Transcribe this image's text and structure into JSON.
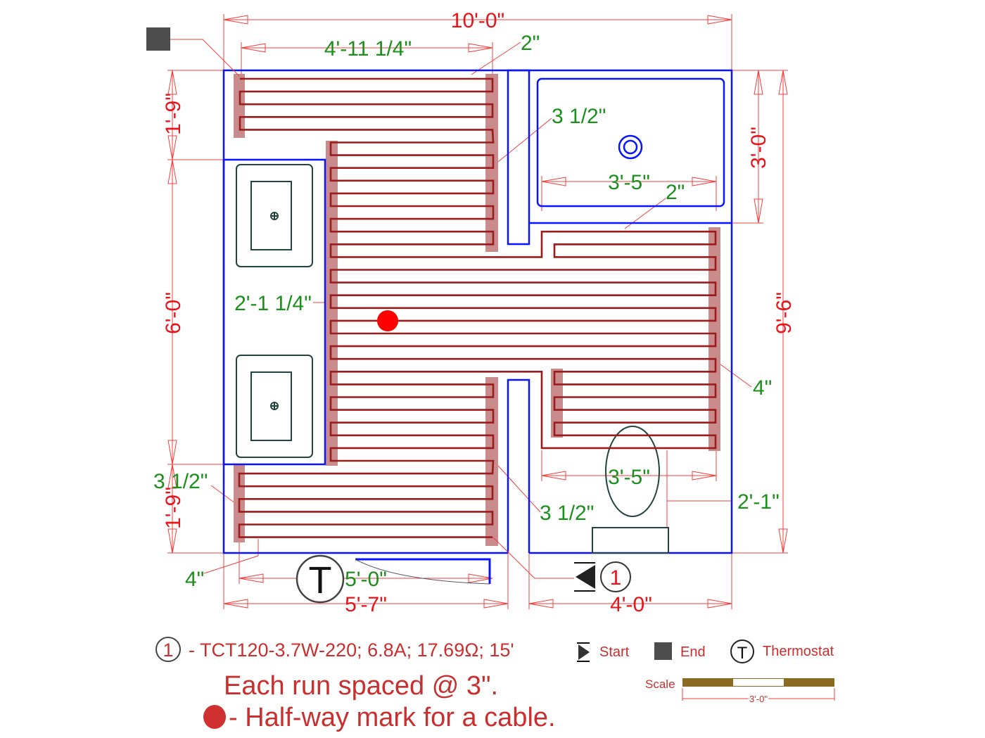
{
  "plan": {
    "dims_red": {
      "overall_width": "10'-0\"",
      "left_top": "1'-9\"",
      "left_mid": "6'-0\"",
      "left_bottom": "1'-9\"",
      "right_shower": "3'-0\"",
      "right_overall": "9'-6\"",
      "bottom_left": "5'-7\"",
      "bottom_right": "4'-0\""
    },
    "dims_green": {
      "top_run": "4'-11 1/4\"",
      "top_offset": "2\"",
      "shower_offset": "3 1/2\"",
      "shower_run": "3'-5\"",
      "shower_gap": "2\"",
      "vanity_run": "2'-1 1/4\"",
      "right_offset": "4\"",
      "bottom_left_offset": "3 1/2\"",
      "toilet_run": "3'-5\"",
      "toilet_side": "2'-1\"",
      "center_offset": "3 1/2\"",
      "bottom_offset": "4\"",
      "bottom_run": "5'-0\""
    },
    "thermostat_symbol": "T",
    "cable_marker": "1"
  },
  "legend": {
    "cable_number": "1",
    "cable_spec": "- TCT120-3.7W-220; 6.8A; 17.69Ω; 15'",
    "start_label": "Start",
    "end_label": "End",
    "thermostat_symbol": "T",
    "thermostat_label": "Thermostat",
    "spacing_note": "Each run spaced @ 3\".",
    "halfway_note": "- Half-way mark for a cable.",
    "scale_label": "Scale",
    "scale_length": "3'-0\""
  },
  "colors": {
    "wall": "#0a14ff",
    "cable": "#9b1c1c",
    "dimension_red": "#e8141a",
    "dimension_green": "#1d8f1d",
    "halfway_mark": "#ff0000"
  }
}
